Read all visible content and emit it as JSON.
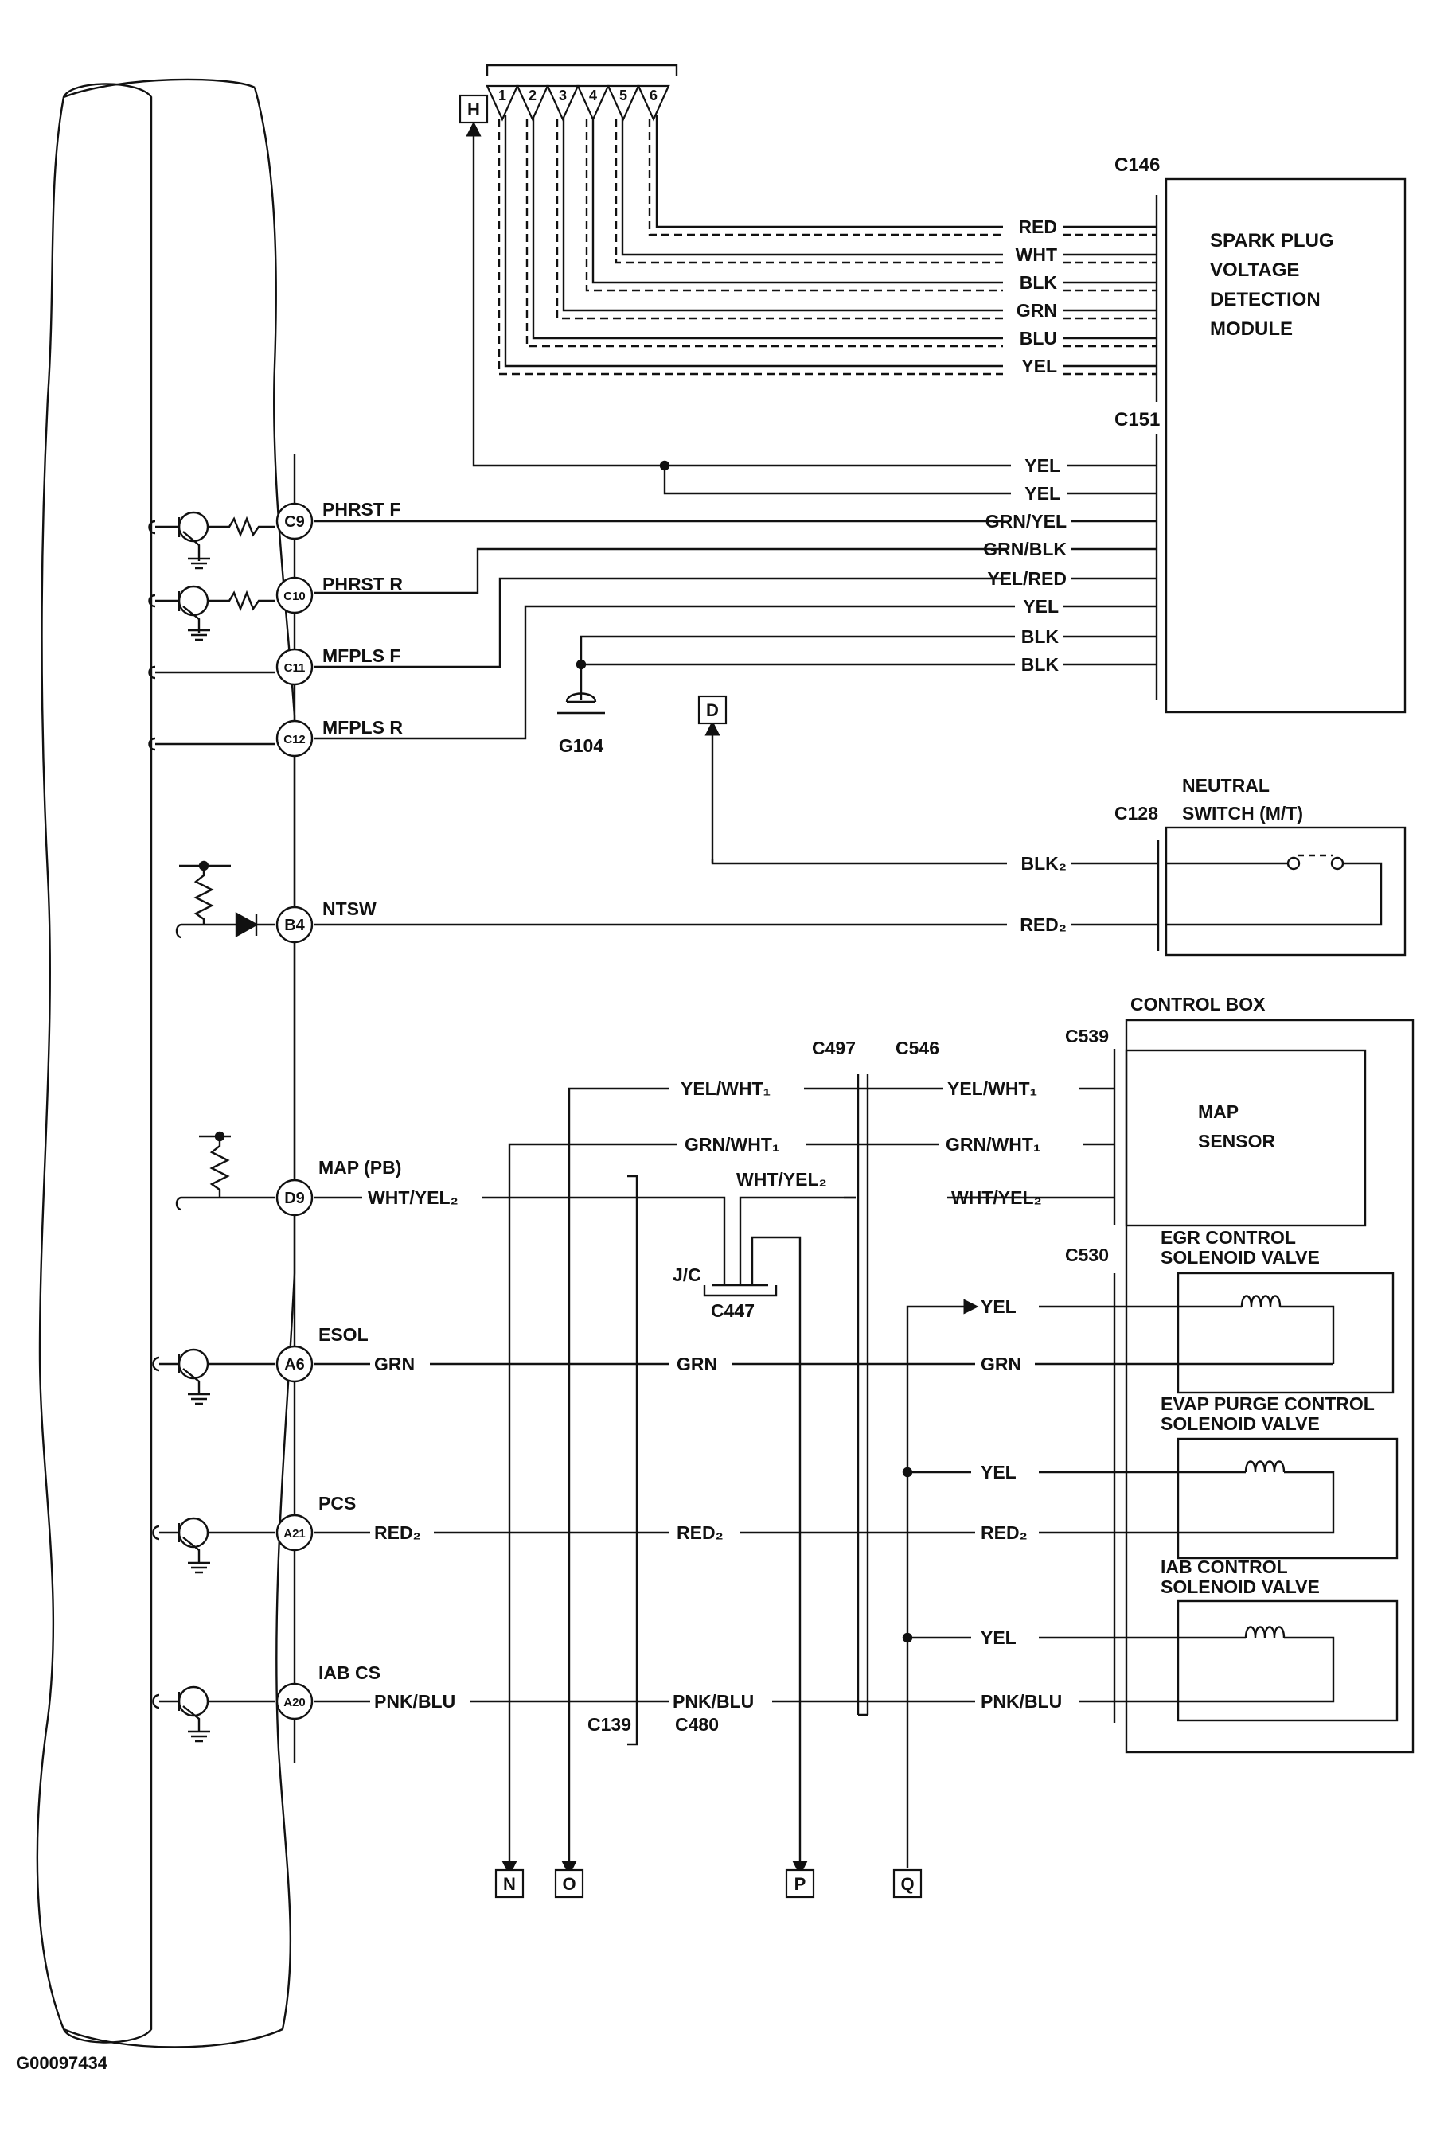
{
  "diagram_id": "G00097434",
  "spark_module": {
    "connector_a": "C146",
    "connector_b": "C151",
    "title_lines": [
      "SPARK PLUG",
      "VOLTAGE",
      "DETECTION",
      "MODULE"
    ],
    "c146_wires": [
      "RED",
      "WHT",
      "BLK",
      "GRN",
      "BLU",
      "YEL"
    ],
    "c151_wires": [
      "YEL",
      "YEL",
      "GRN/YEL",
      "GRN/BLK",
      "YEL/RED",
      "YEL",
      "BLK",
      "BLK"
    ]
  },
  "plug_numbers": [
    "1",
    "2",
    "3",
    "4",
    "5",
    "6"
  ],
  "ecm_pins": [
    {
      "pin": "C9",
      "signal": "PHRST F"
    },
    {
      "pin": "C10",
      "signal": "PHRST R"
    },
    {
      "pin": "C11",
      "signal": "MFPLS F"
    },
    {
      "pin": "C12",
      "signal": "MFPLS R"
    },
    {
      "pin": "B4",
      "signal": "NTSW"
    },
    {
      "pin": "D9",
      "signal": "MAP (PB)"
    },
    {
      "pin": "A6",
      "signal": "ESOL"
    },
    {
      "pin": "A21",
      "signal": "PCS"
    },
    {
      "pin": "A20",
      "signal": "IAB CS"
    }
  ],
  "ground": "G104",
  "refs": {
    "h": "H",
    "d": "D",
    "n": "N",
    "o": "O",
    "p": "P",
    "q": "Q"
  },
  "neutral_switch": {
    "title_lines": [
      "NEUTRAL",
      "SWITCH (M/T)"
    ],
    "connector": "C128",
    "wires": [
      "BLK₂",
      "RED₂"
    ]
  },
  "control_box": {
    "title": "CONTROL BOX",
    "map_connector": "C539",
    "sol_connector": "C530",
    "map_sensor_lines": [
      "MAP",
      "SENSOR"
    ],
    "egr_lines": [
      "EGR CONTROL",
      "SOLENOID VALVE"
    ],
    "evap_lines": [
      "EVAP PURGE CONTROL",
      "SOLENOID VALVE"
    ],
    "iab_lines": [
      "IAB CONTROL",
      "SOLENOID VALVE"
    ]
  },
  "connectors": {
    "c497": "C497",
    "c546": "C546",
    "c139": "C139",
    "c480": "C480",
    "jc": "J/C",
    "c447": "C447"
  },
  "wires": {
    "yel_wht1": "YEL/WHT₁",
    "grn_wht1": "GRN/WHT₁",
    "wht_yel2": "WHT/YEL₂",
    "grn": "GRN",
    "red2": "RED₂",
    "pnk_blu": "PNK/BLU",
    "yel": "YEL"
  }
}
